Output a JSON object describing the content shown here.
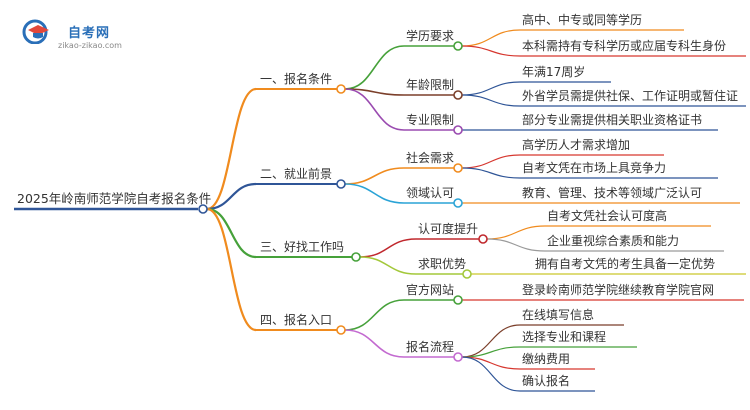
{
  "logo": {
    "title": "自考网",
    "url": "zikao-zikao.com"
  },
  "root": {
    "label": "2025年岭南师范学院自考报名条件",
    "color": "#2f5597"
  },
  "branches": [
    {
      "label": "一、报名条件",
      "color": "#f08b1e",
      "children": [
        {
          "label": "学历要求",
          "color": "#46a13a",
          "children": [
            {
              "label": "高中、中专或同等学历",
              "color": "#f08b1e"
            },
            {
              "label": "本科需持有专科学历或应届专科生身份",
              "color": "#d6372f"
            }
          ]
        },
        {
          "label": "年龄限制",
          "color": "#7b3f2a",
          "children": [
            {
              "label": "年满17周岁",
              "color": "#2f5597"
            },
            {
              "label": "外省学员需提供社保、工作证明或暂住证",
              "color": "#2f5597"
            }
          ]
        },
        {
          "label": "专业限制",
          "color": "#9a4bb0",
          "children": [
            {
              "label": "部分专业需提供相关职业资格证书",
              "color": "#2f5597"
            }
          ]
        }
      ]
    },
    {
      "label": "二、就业前景",
      "color": "#2f5597",
      "children": [
        {
          "label": "社会需求",
          "color": "#f08b1e",
          "children": [
            {
              "label": "高学历人才需求增加",
              "color": "#d6372f"
            },
            {
              "label": "自考文凭在市场上具竞争力",
              "color": "#2f5597"
            }
          ]
        },
        {
          "label": "领域认可",
          "color": "#2aa3d6",
          "children": [
            {
              "label": "教育、管理、技术等领域广泛认可",
              "color": "#f08b1e"
            }
          ]
        }
      ]
    },
    {
      "label": "三、好找工作吗",
      "color": "#46a13a",
      "children": [
        {
          "label": "认可度提升",
          "color": "#c0282d",
          "children": [
            {
              "label": "自考文凭社会认可度高",
              "color": "#f08b1e"
            },
            {
              "label": "企业重视综合素质和能力",
              "color": "#9a9a9a"
            }
          ]
        },
        {
          "label": "求职优势",
          "color": "#a3c83a",
          "children": [
            {
              "label": "拥有自考文凭的考生具备一定优势",
              "color": "#c9c62a"
            }
          ]
        }
      ]
    },
    {
      "label": "四、报名入口",
      "color": "#f08b1e",
      "children": [
        {
          "label": "官方网站",
          "color": "#46a13a",
          "children": [
            {
              "label": "登录岭南师范学院继续教育学院官网",
              "color": "#d6372f"
            }
          ]
        },
        {
          "label": "报名流程",
          "color": "#c36ad0",
          "children": [
            {
              "label": "在线填写信息",
              "color": "#7b3f2a"
            },
            {
              "label": "选择专业和课程",
              "color": "#46a13a"
            },
            {
              "label": "缴纳费用",
              "color": "#d6372f"
            },
            {
              "label": "确认报名",
              "color": "#2f5597"
            }
          ]
        }
      ]
    }
  ]
}
